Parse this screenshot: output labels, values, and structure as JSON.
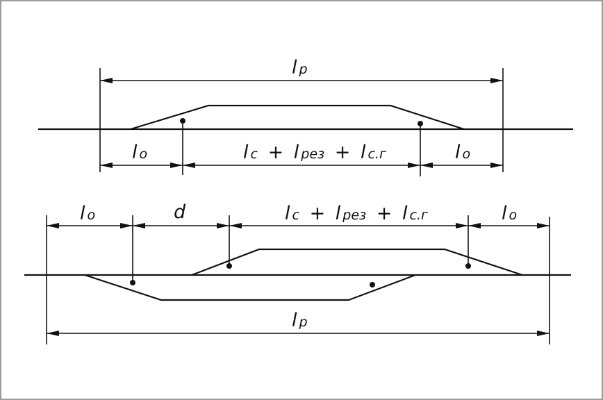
{
  "upper_scheme": {
    "total_length_label": {
      "main": "l",
      "sub": "р"
    },
    "left_approach_label": {
      "main": "l",
      "sub": "о"
    },
    "middle_label": [
      {
        "main": "l",
        "sub": "с"
      },
      {
        "op": "+"
      },
      {
        "main": "l",
        "sub": "рез"
      },
      {
        "op": "+"
      },
      {
        "main": "l",
        "sub": "с.г"
      }
    ],
    "right_approach_label": {
      "main": "l",
      "sub": "о"
    }
  },
  "lower_scheme": {
    "left_approach_label": {
      "main": "l",
      "sub": "о"
    },
    "distance_label": "d",
    "middle_label": [
      {
        "main": "l",
        "sub": "с"
      },
      {
        "op": "+"
      },
      {
        "main": "l",
        "sub": "рез"
      },
      {
        "op": "+"
      },
      {
        "main": "l",
        "sub": "с.г"
      }
    ],
    "right_approach_label": {
      "main": "l",
      "sub": "о"
    },
    "total_length_label": {
      "main": "l",
      "sub": "р"
    }
  }
}
